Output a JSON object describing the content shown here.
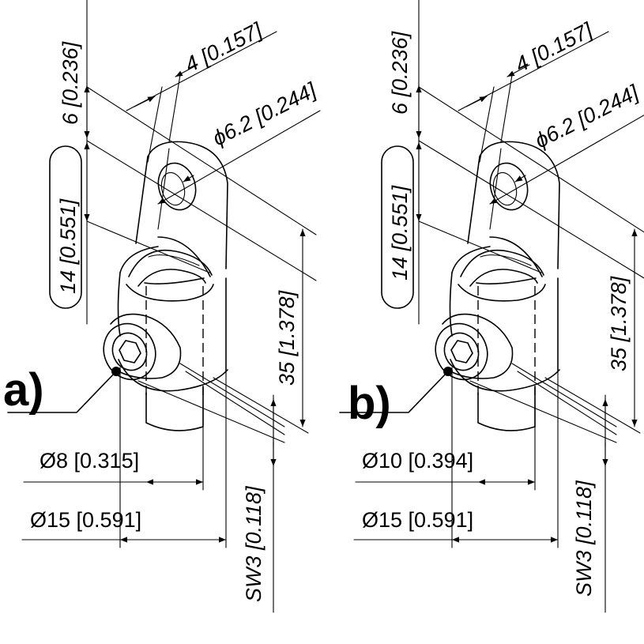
{
  "variants": [
    {
      "label": "a)",
      "dim_bore": "Ø8 [0.315]",
      "dim_outer": "Ø15 [0.591]",
      "dim_height": "35 [1.378]",
      "dim_wrench": "SW3 [0.118]",
      "dim_eye_height": "14 [0.551]",
      "dim_top_offset": "6 [0.236]",
      "dim_thickness": "4 [0.157]",
      "dim_hole": "ϕ6.2 [0.244]"
    },
    {
      "label": "b)",
      "dim_bore": "Ø10 [0.394]",
      "dim_outer": "Ø15 [0.591]",
      "dim_height": "35 [1.378]",
      "dim_wrench": "SW3 [0.118]",
      "dim_eye_height": "14 [0.551]",
      "dim_top_offset": "6 [0.236]",
      "dim_thickness": "4 [0.157]",
      "dim_hole": "ϕ6.2 [0.244]"
    }
  ]
}
